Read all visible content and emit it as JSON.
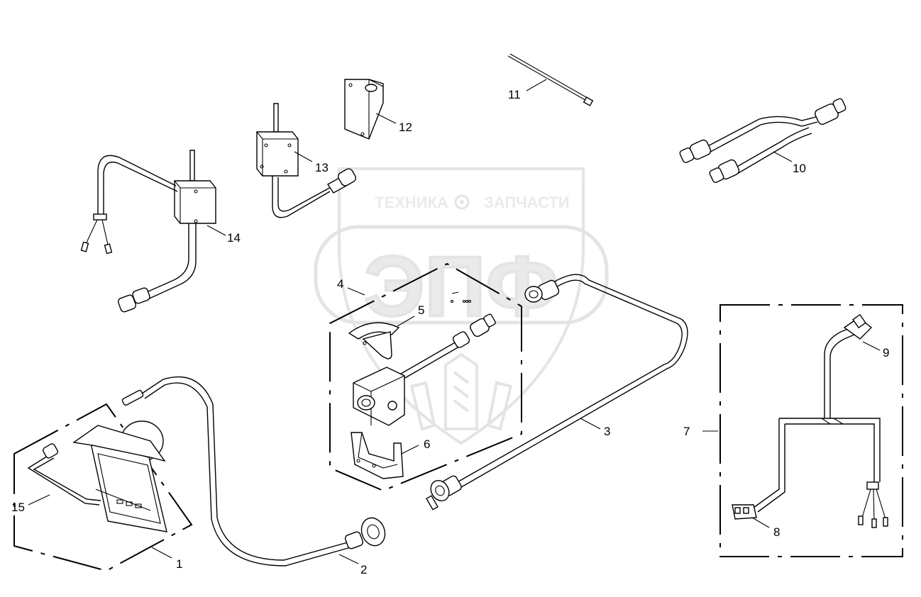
{
  "diagram": {
    "watermark": {
      "text_left": "ТЕХНИКА",
      "text_right": "ЗАПЧАСТИ",
      "logo": "ЭПФ"
    },
    "callouts": [
      {
        "id": "c1",
        "label": "1"
      },
      {
        "id": "c2",
        "label": "2"
      },
      {
        "id": "c3",
        "label": "3"
      },
      {
        "id": "c4",
        "label": "4"
      },
      {
        "id": "c5",
        "label": "5"
      },
      {
        "id": "c6",
        "label": "6"
      },
      {
        "id": "c7",
        "label": "7"
      },
      {
        "id": "c8",
        "label": "8"
      },
      {
        "id": "c9",
        "label": "9"
      },
      {
        "id": "c10",
        "label": "10"
      },
      {
        "id": "c11",
        "label": "11"
      },
      {
        "id": "c12",
        "label": "12"
      },
      {
        "id": "c13",
        "label": "13"
      },
      {
        "id": "c14",
        "label": "14"
      },
      {
        "id": "c15",
        "label": "15"
      }
    ]
  }
}
